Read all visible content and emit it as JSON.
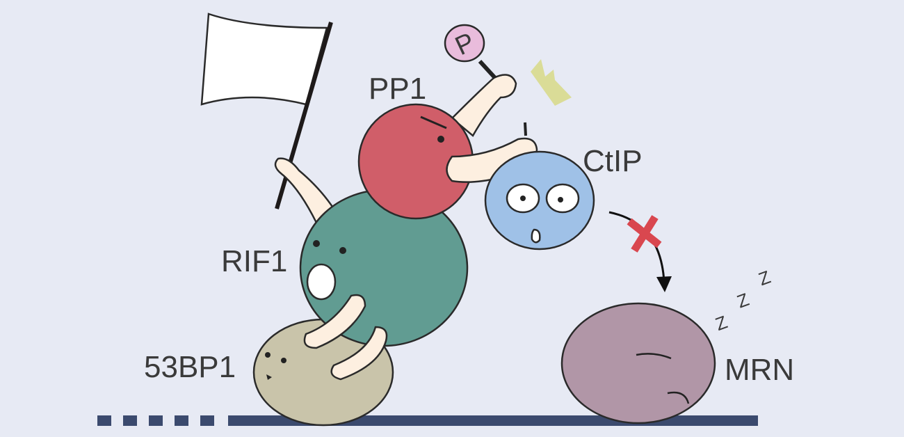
{
  "labels": {
    "pp1": "PP1",
    "ctip": "CtIP",
    "rif1": "RIF1",
    "bp53": "53BP1",
    "mrn": "MRN",
    "phospho_sign": "P",
    "sleep": [
      "Z",
      "Z",
      "Z"
    ]
  },
  "colors": {
    "background": "#e7eaf4",
    "dna": "#3b4a6e",
    "bp53": "#c9c4aa",
    "rif1": "#619c92",
    "pp1": "#d05e69",
    "ctip": "#9fc1e7",
    "mrn": "#b196a7",
    "arm": "#fdefe0",
    "sign": "#e9bcdc",
    "crown": "#dadc97",
    "block": "#d9474f"
  }
}
